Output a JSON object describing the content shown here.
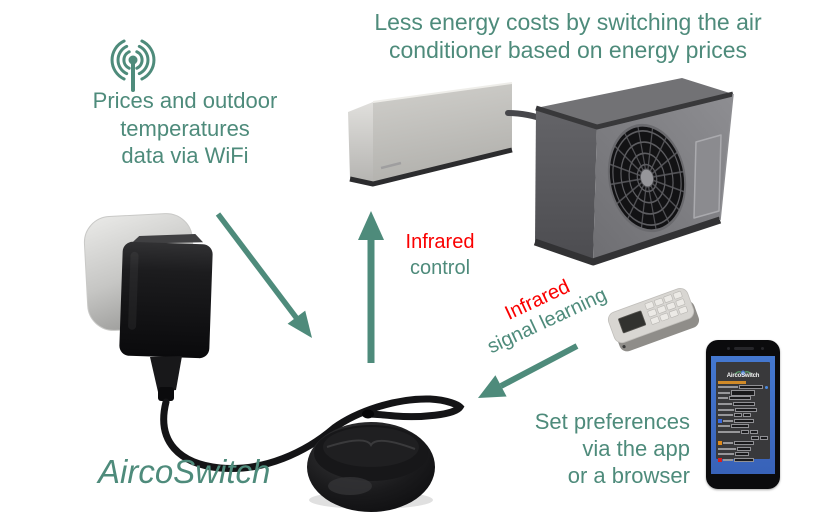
{
  "title": {
    "line1": "Less energy costs by switching the air",
    "line2": "conditioner based on energy prices"
  },
  "wifi_label": {
    "line1": "Prices and outdoor",
    "line2": "temperatures",
    "line3": "data via WiFi"
  },
  "infrared_control_label": {
    "line1": "Infrared",
    "line2": "control"
  },
  "infrared_learning_label": {
    "line1": "Infrared",
    "line2": "signal learning"
  },
  "preferences_label": {
    "line1": "Set preferences",
    "line2": "via the app",
    "line3": "or a browser"
  },
  "product_name": "AircoSwitch",
  "phone": {
    "app_title": "AircoSwitch"
  },
  "icons": {
    "wifi": "wifi-broadcast-icon"
  },
  "colors": {
    "text_teal": "#4E8B7B",
    "text_red": "#FA0000",
    "arrow_teal": "#4E8B7B",
    "phone_screen_blue": "#3E6CC4"
  }
}
